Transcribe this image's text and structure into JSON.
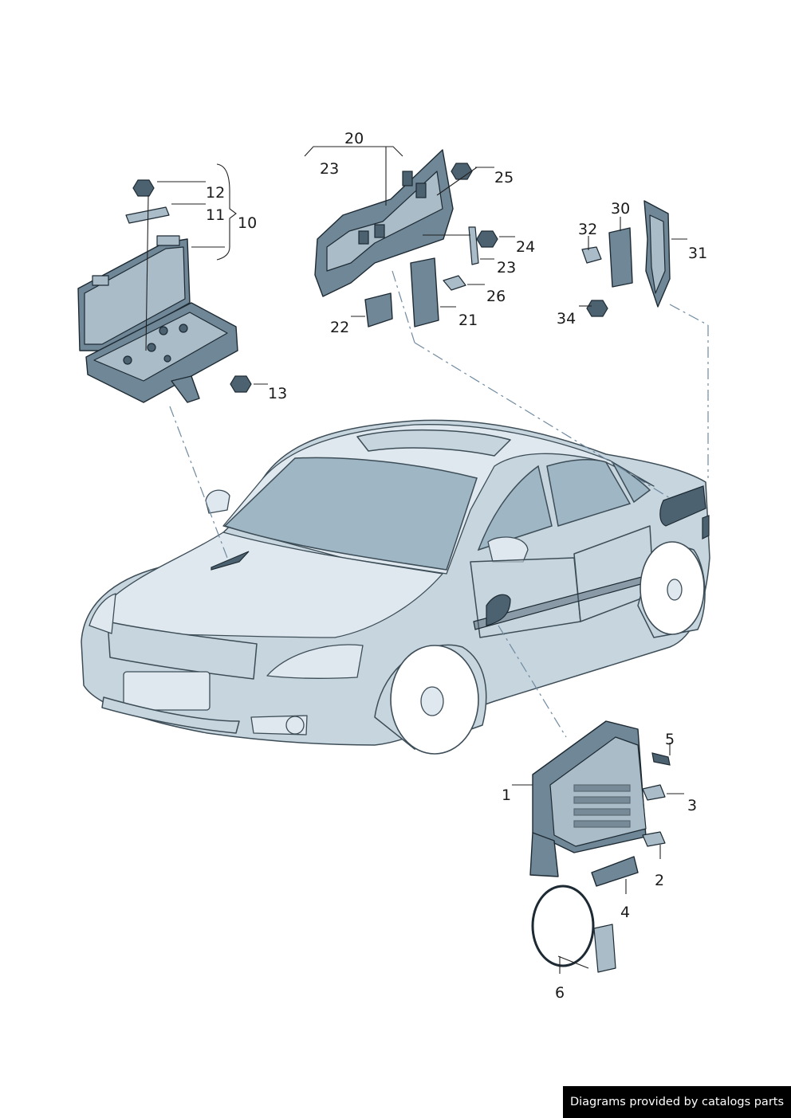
{
  "callouts": {
    "c1": "1",
    "c2": "2",
    "c3": "3",
    "c4": "4",
    "c5": "5",
    "c6": "6",
    "c10": "10",
    "c11": "11",
    "c12": "12",
    "c13": "13",
    "c20": "20",
    "c21": "21",
    "c22": "22",
    "c23a": "23",
    "c23b": "23",
    "c24": "24",
    "c25": "25",
    "c26": "26",
    "c30": "30",
    "c31": "31",
    "c32": "32",
    "c34": "34"
  },
  "credit": "Diagrams provided by catalogs parts",
  "colors": {
    "part_fill": "#6f8796",
    "car_body": "#c7d5de",
    "leader_dash": "#6f8aa0",
    "badge_bg": "#000000"
  }
}
